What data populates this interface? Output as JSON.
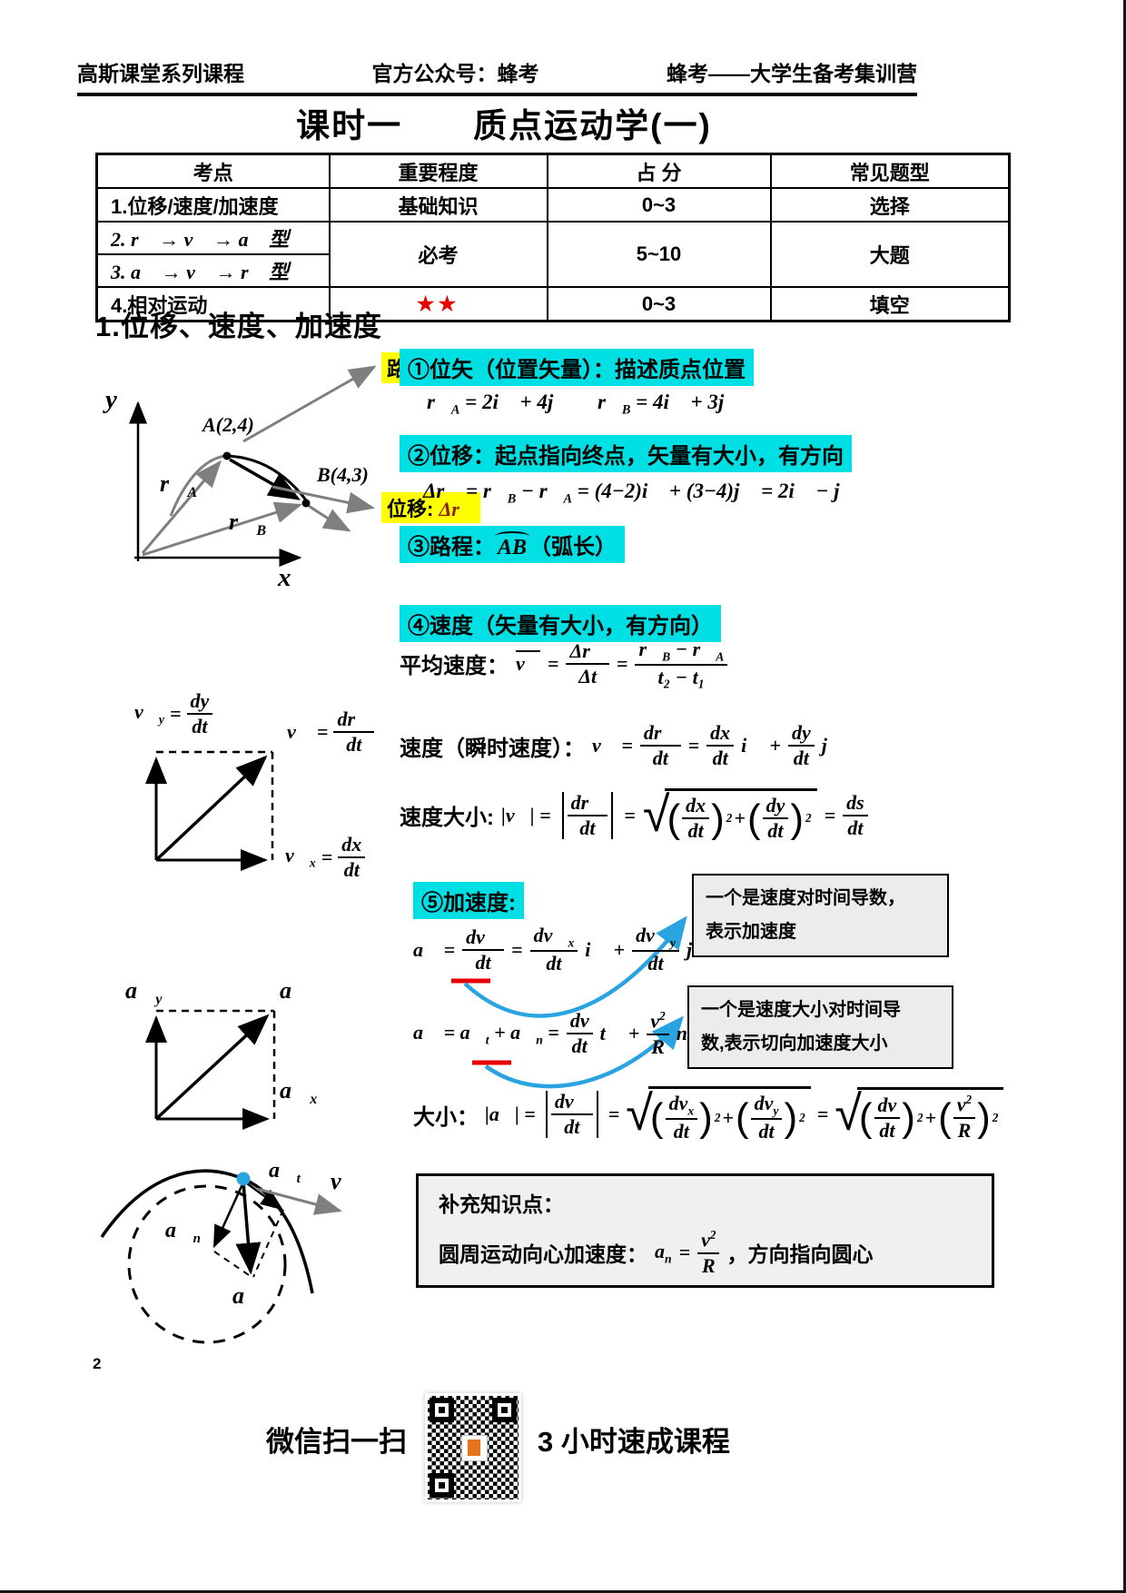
{
  "header": {
    "left": "高斯课堂系列课程",
    "center": "官方公众号：蜂考",
    "right": "蜂考——大学生备考集训营"
  },
  "title": "课时一　　质点运动学(一)",
  "table": {
    "h0": "考点",
    "h1": "重要程度",
    "h2": "占 分",
    "h3": "常见题型",
    "r1": {
      "c0": "1.位移/速度/加速度",
      "c1": "基础知识",
      "c2": "0~3",
      "c3": "选择"
    },
    "r2": {
      "c0": "2. r⃗ → v⃗ → a⃗ 型"
    },
    "r3": {
      "c0": "3. a⃗ → v⃗ → r⃗ 型"
    },
    "r23": {
      "c1": "必考",
      "c2": "5~10",
      "c3": "大题"
    },
    "r4": {
      "c0": "4.相对运动",
      "c1": "★★",
      "c2": "0~3",
      "c3": "填空"
    }
  },
  "section1": {
    "heading": "1.位移、速度、加速度"
  },
  "notes": {
    "n1": "①位矢（位置矢量）：描述质点位置",
    "n2": "②位移：起点指向终点，矢量有大小，有方向",
    "n3_pre": "③路程：",
    "n3_arc": "AB",
    "n3_suf": "（弧长）",
    "n4": "④速度（矢量有大小，有方向）",
    "n5": "⑤加速度:"
  },
  "chips": {
    "path_pre": "路程: ",
    "path_arc": "AB",
    "disp_pre": "位移: ",
    "disp_val": "Δr⃗"
  },
  "diagram": {
    "y": "y",
    "x": "x",
    "A": "A(2,4)",
    "B": "B(4,3)"
  },
  "math": {
    "r": "r⃗",
    "v": "v⃗",
    "a": "a⃗",
    "i": "i⃗",
    "j": "j⃗",
    "tvec": "t⃗",
    "nvec": "n⃗",
    "subA": "A",
    "subB": "B",
    "subx": "x",
    "suby": "y",
    "subt": "t",
    "subn": "n",
    "dt": "dt",
    "dx": "dx",
    "dy": "dy",
    "ds": "ds",
    "dr": "dr⃗",
    "dv": "dv",
    "dvv": "dv⃗",
    "R": "R",
    "vp": "v",
    "Dr": "Δr⃗",
    "Dt": "Δt",
    "t21": "t₂ − t₁",
    "eq": "=",
    "plus": "+",
    "minus": " − ",
    "sup2": "2",
    "sqrt": "√",
    "lp": "(",
    "rp": ")",
    "ap": "a"
  },
  "formulas": {
    "rA_rhs": "= 2i⃗ + 4j⃗",
    "rB_rhs": "= 4i⃗ + 3j⃗",
    "dr_p1": "Δr⃗ = r⃗",
    "dr_p2": " − r⃗",
    "dr_p3": " = (4−2)i⃗ + (3−4)j⃗ = 2i⃗ − j⃗",
    "avg_label": "平均速度：",
    "inst_label": "速度（瞬时速度）：",
    "inst_lhs": "v⃗ =",
    "vmag_label": "速度大小:",
    "vmag_lhs": "|v⃗| =",
    "acc1_lhs": "a⃗ =",
    "acc2_p1": "a⃗ = a⃗",
    "acc2_p2": " + a⃗",
    "acc2_p3": " =",
    "amag_label": "大小：",
    "amag_lhs": "|a⃗| ="
  },
  "callouts": {
    "c1_l1": "一个是速度对时间导数，",
    "c1_l2": "表示加速度",
    "c2_l1": "一个是速度大小对时间导",
    "c2_l2": "数,表示切向加速度大小"
  },
  "supplement": {
    "title": "补充知识点：",
    "pre": "圆周运动向心加速度：",
    "post": "，方向指向圆心"
  },
  "footer": {
    "page": "2",
    "scan": "微信扫一扫",
    "course": "3 小时速成课程"
  }
}
